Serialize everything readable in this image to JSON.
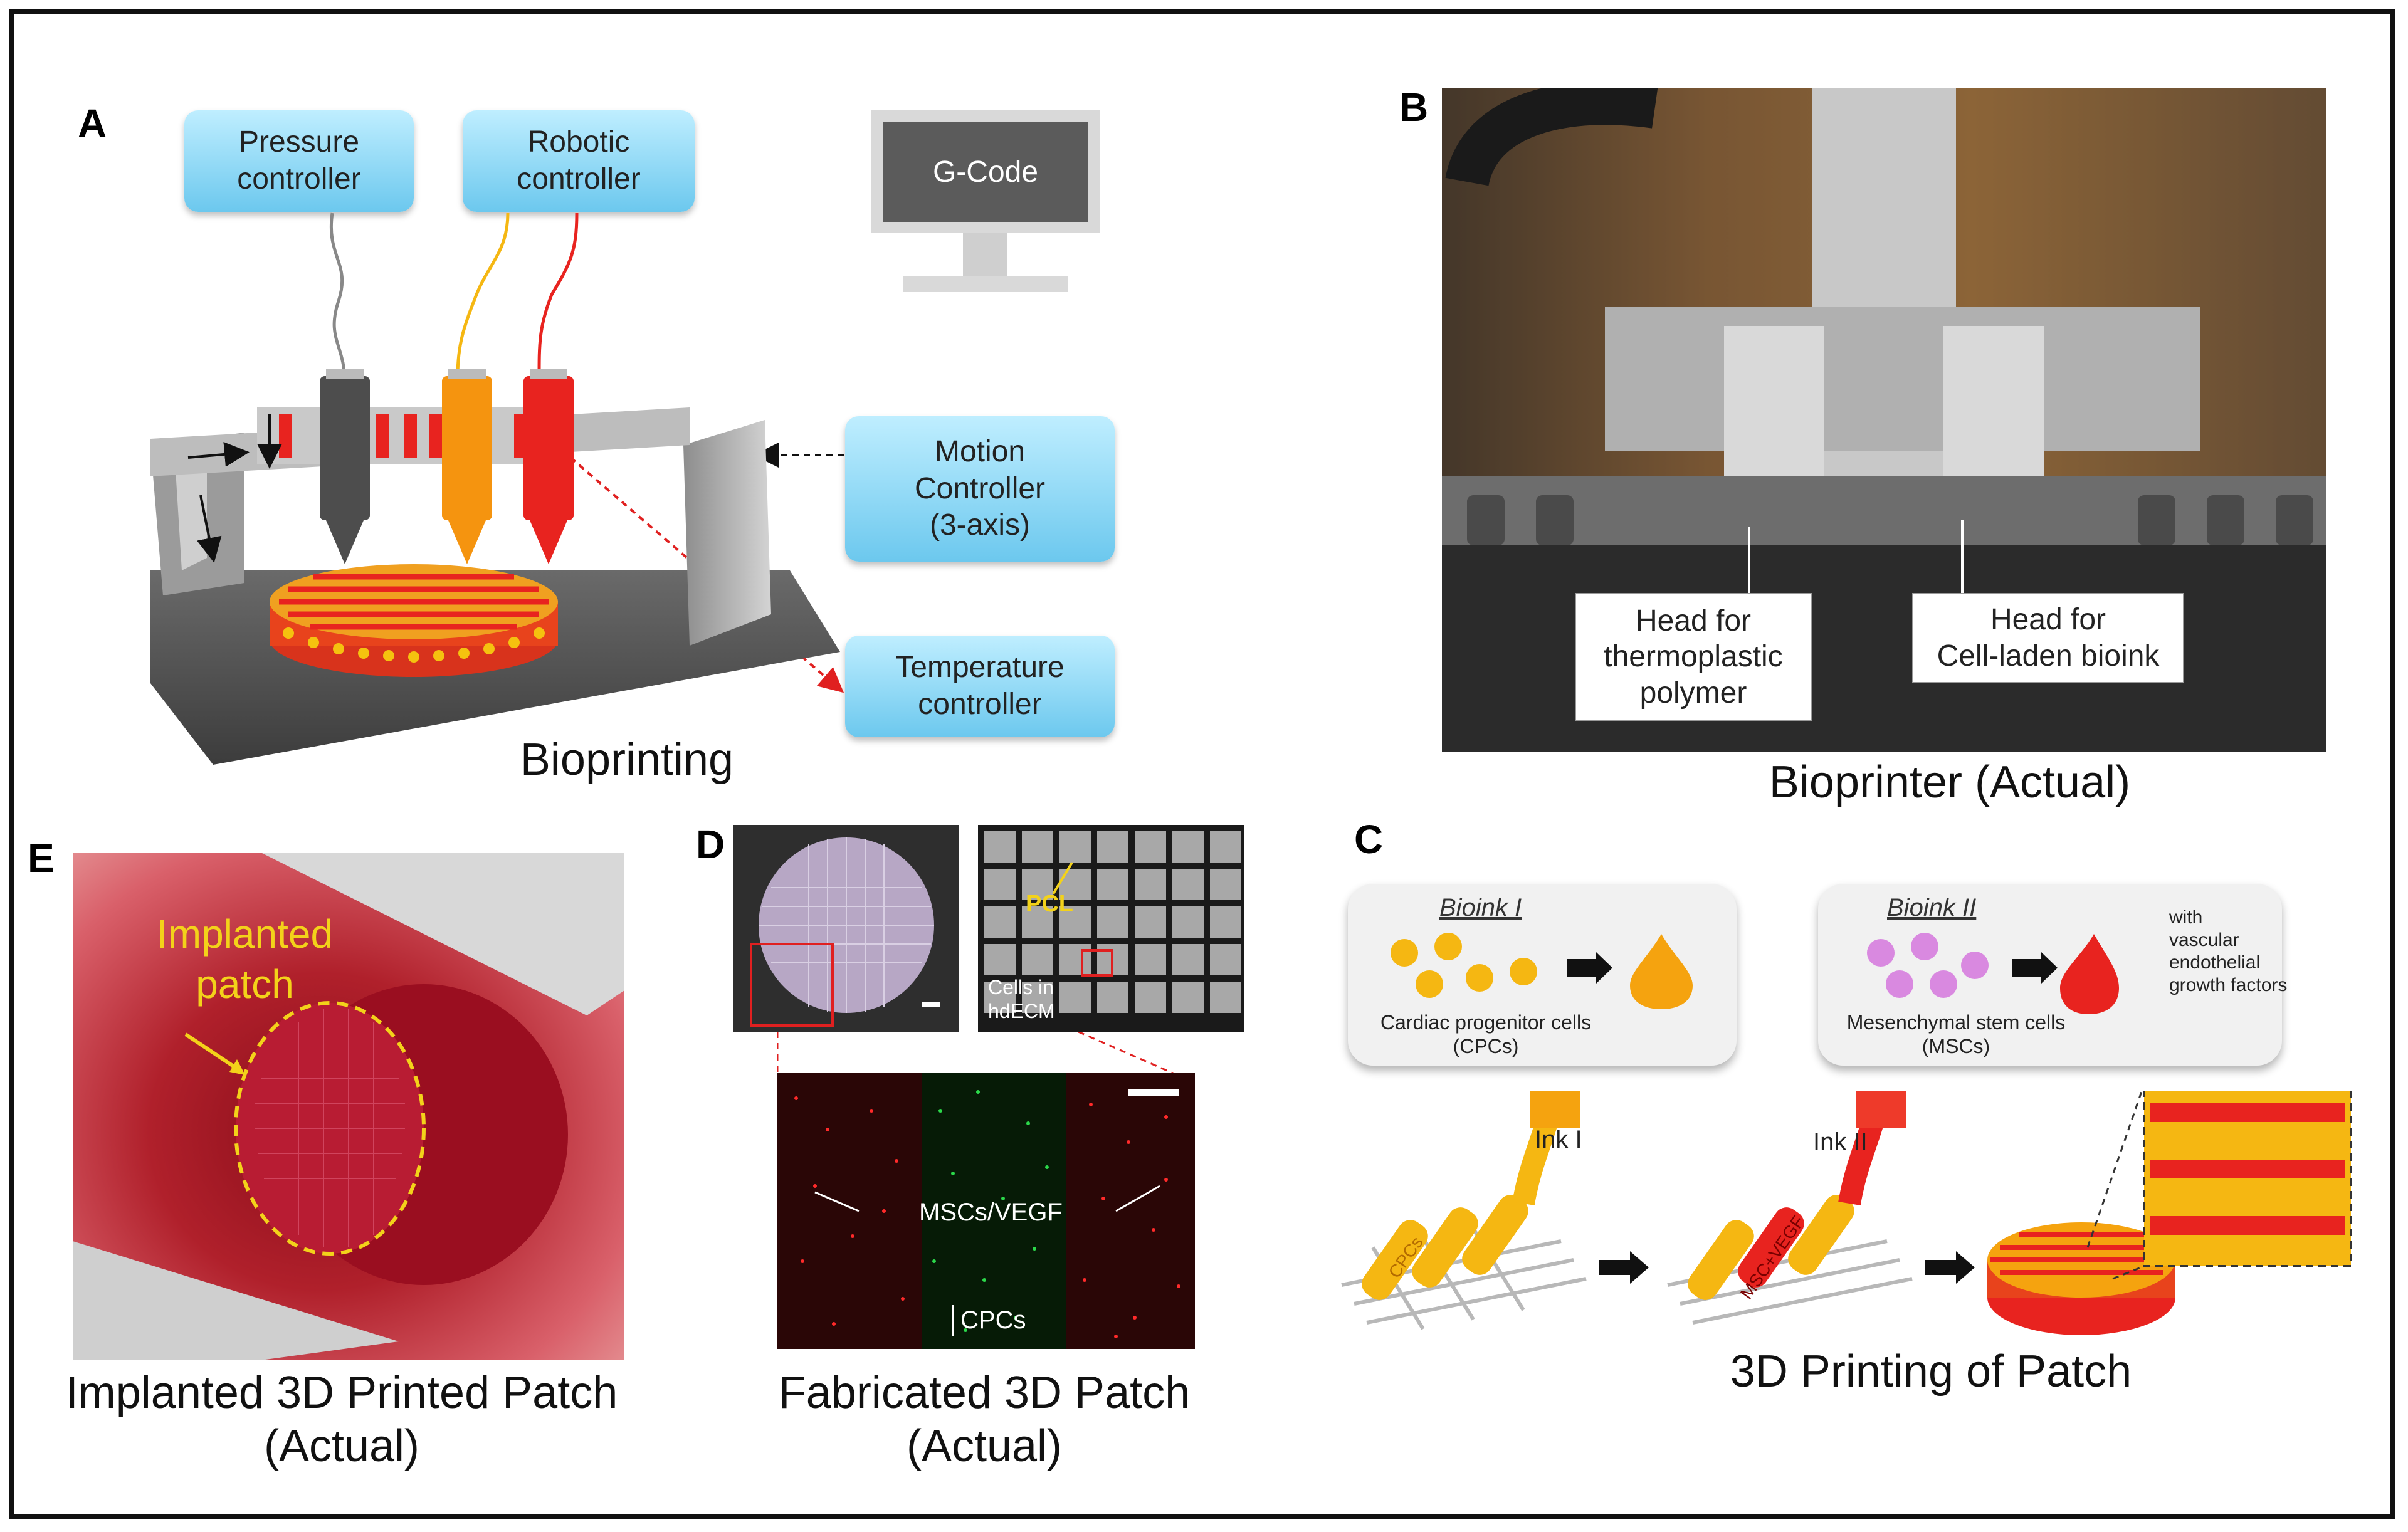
{
  "panels": {
    "A": {
      "letter": "A",
      "pressure_controller": [
        "Pressure",
        "controller"
      ],
      "robotic_controller": [
        "Robotic",
        "controller"
      ],
      "gcode": "G-Code",
      "motion_controller": [
        "Motion",
        "Controller",
        "(3-axis)"
      ],
      "temperature_controller": [
        "Temperature",
        "controller"
      ],
      "caption": "Bioprinting"
    },
    "B": {
      "letter": "B",
      "head_left": [
        "Head for",
        "thermoplastic",
        "polymer"
      ],
      "head_right": [
        "Head for",
        "Cell-laden bioink"
      ],
      "caption": "Bioprinter (Actual)"
    },
    "C": {
      "letter": "C",
      "bioink1_title": "Bioink I",
      "bioink1_desc": [
        "Cardiac progenitor cells",
        "(CPCs)"
      ],
      "bioink2_title": "Bioink II",
      "bioink2_desc": [
        "Mesenchymal stem cells",
        "(MSCs)"
      ],
      "bioink2_note": [
        "with",
        "vascular",
        "endothelial",
        "growth factors"
      ],
      "ink1": "Ink I",
      "ink2": "Ink II",
      "strand1": "CPCs",
      "strand2": "MSC+VEGF",
      "caption": "3D Printing of Patch"
    },
    "D": {
      "letter": "D",
      "pcl": "PCL",
      "cells_in": [
        "Cells in",
        "hdECM"
      ],
      "mscs_vegf": "MSCs/VEGF",
      "cpcs": "CPCs",
      "caption": [
        "Fabricated 3D Patch",
        "(Actual)"
      ]
    },
    "E": {
      "letter": "E",
      "implanted": [
        "Implanted",
        "patch"
      ],
      "caption": [
        "Implanted 3D Printed Patch",
        "(Actual)"
      ]
    }
  },
  "colors": {
    "controller_box": "#6cc8ee",
    "ink_red": "#e8231f",
    "ink_orange": "#f5a30f",
    "ink_gray": "#555555",
    "fluor_red": "#ff2a2a",
    "fluor_green": "#2bd84a"
  }
}
